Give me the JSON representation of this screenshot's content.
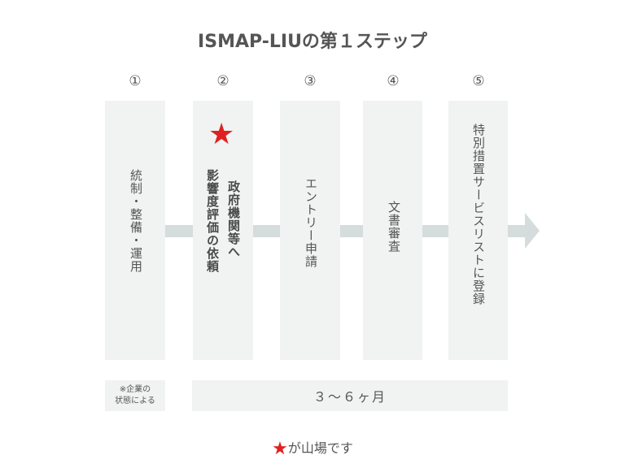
{
  "title": "ISMAP-LIUの第１ステップ",
  "steps": [
    {
      "number": "①",
      "label": "統制・整備・運用",
      "lines": [
        "統制・整備・運用"
      ],
      "highlight": false
    },
    {
      "number": "②",
      "label": "政府機関等へ影響度評価の依頼",
      "lines": [
        "政府機関等へ",
        "影響度評価の依頼"
      ],
      "highlight": true
    },
    {
      "number": "③",
      "label": "エントリー申請",
      "lines": [
        "エントリー申請"
      ],
      "highlight": false
    },
    {
      "number": "④",
      "label": "文書審査",
      "lines": [
        "文書審査"
      ],
      "highlight": false
    },
    {
      "number": "⑤",
      "label": "特別措置サービスリストに登録",
      "lines": [
        "特別措置サービスリストに登録"
      ],
      "highlight": false
    }
  ],
  "note": {
    "line1": "※企業の",
    "line2": "状態による"
  },
  "duration": "３〜６ヶ月",
  "legend": {
    "star": "★",
    "text": "が山場です"
  },
  "icons": {
    "star": "★"
  },
  "colors": {
    "box": "#f1f2f2",
    "connector": "#d5dcdc",
    "star": "#e02020",
    "text": "#555555"
  }
}
